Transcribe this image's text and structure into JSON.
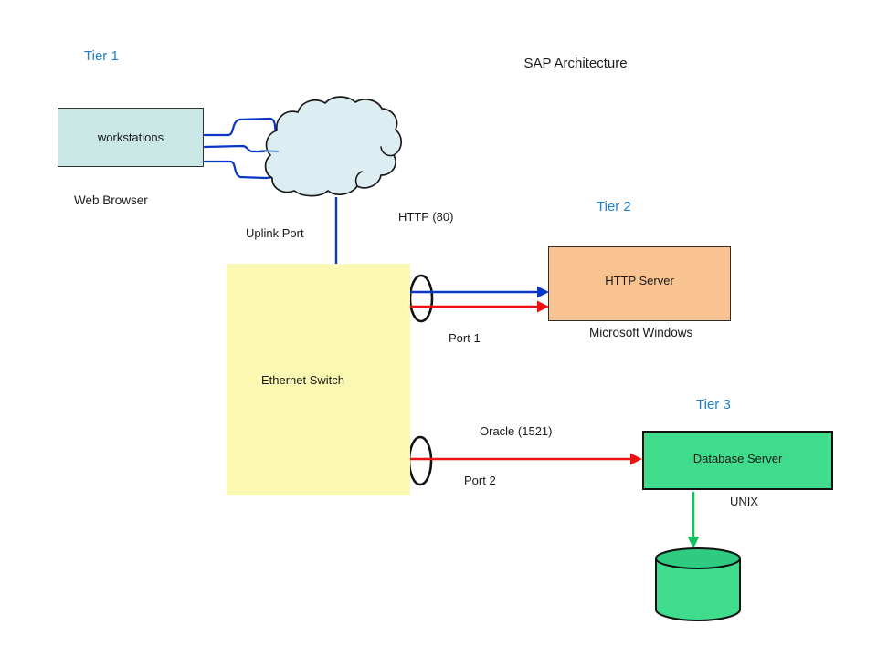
{
  "title": "SAP Architecture",
  "tiers": [
    {
      "label": "Tier 1"
    },
    {
      "label": "Tier 2"
    },
    {
      "label": "Tier 3"
    }
  ],
  "nodes": {
    "workstations": {
      "label": "workstations",
      "caption": "Web Browser",
      "fill": "#c9e7e5"
    },
    "ethernet_switch": {
      "label": "Ethernet Switch",
      "fill": "#fbf9b1"
    },
    "http_server": {
      "label": "HTTP Server",
      "caption": "Microsoft Windows",
      "fill": "#f9c391"
    },
    "database_server": {
      "label": "Database Server",
      "caption": "UNIX",
      "fill": "#3edc8c"
    },
    "internet_cloud": {
      "fill": "#ddeef2"
    },
    "database_cylinder": {
      "fill": "#3edc8c"
    }
  },
  "connection_labels": {
    "uplink_port": "Uplink Port",
    "http_80": "HTTP (80)",
    "port_1": "Port 1",
    "port_2": "Port 2",
    "oracle_1521": "Oracle (1521)"
  },
  "colors": {
    "tier_label": "#1e81cd",
    "http_line": "#0a36c8",
    "oracle_line": "#ee1111",
    "unix_line": "#17c05e",
    "cloud_fill": "#ddeef2",
    "text": "#1a1a1a"
  }
}
